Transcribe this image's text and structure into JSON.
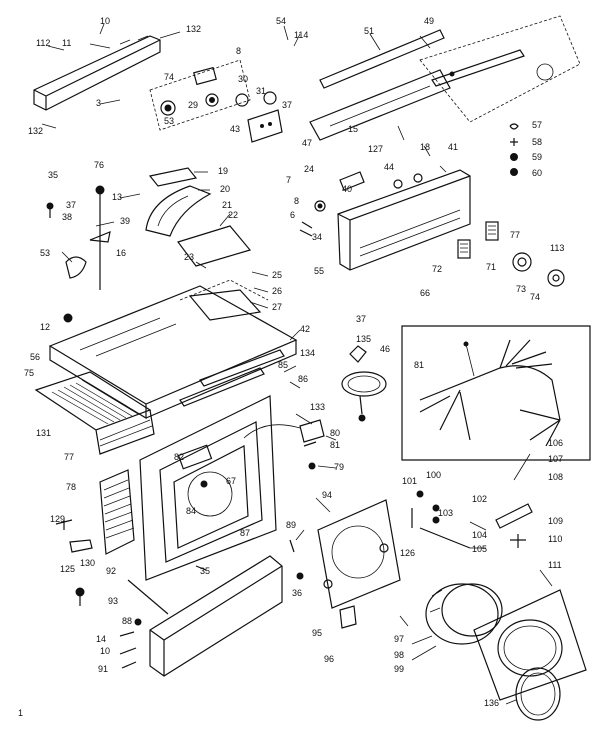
{
  "labels": [
    {
      "t": "10"
    },
    {
      "t": "112"
    },
    {
      "t": "11"
    },
    {
      "t": "132"
    },
    {
      "t": "3"
    },
    {
      "t": "132"
    },
    {
      "t": "8"
    },
    {
      "t": "74"
    },
    {
      "t": "29"
    },
    {
      "t": "53"
    },
    {
      "t": "30"
    },
    {
      "t": "31"
    },
    {
      "t": "37"
    },
    {
      "t": "47"
    },
    {
      "t": "43"
    },
    {
      "t": "54"
    },
    {
      "t": "114"
    },
    {
      "t": "51"
    },
    {
      "t": "49"
    },
    {
      "t": "15"
    },
    {
      "t": "127"
    },
    {
      "t": "18"
    },
    {
      "t": "41"
    },
    {
      "t": "57"
    },
    {
      "t": "58"
    },
    {
      "t": "59"
    },
    {
      "t": "60"
    },
    {
      "t": "35"
    },
    {
      "t": "76"
    },
    {
      "t": "13"
    },
    {
      "t": "19"
    },
    {
      "t": "20"
    },
    {
      "t": "37"
    },
    {
      "t": "38"
    },
    {
      "t": "39"
    },
    {
      "t": "21"
    },
    {
      "t": "22"
    },
    {
      "t": "53"
    },
    {
      "t": "16"
    },
    {
      "t": "23"
    },
    {
      "t": "25"
    },
    {
      "t": "26"
    },
    {
      "t": "27"
    },
    {
      "t": "24"
    },
    {
      "t": "7"
    },
    {
      "t": "40"
    },
    {
      "t": "44"
    },
    {
      "t": "8"
    },
    {
      "t": "6"
    },
    {
      "t": "34"
    },
    {
      "t": "55"
    },
    {
      "t": "77"
    },
    {
      "t": "113"
    },
    {
      "t": "71"
    },
    {
      "t": "72"
    },
    {
      "t": "73"
    },
    {
      "t": "74"
    },
    {
      "t": "66"
    },
    {
      "t": "37"
    },
    {
      "t": "12"
    },
    {
      "t": "42"
    },
    {
      "t": "135"
    },
    {
      "t": "46"
    },
    {
      "t": "134"
    },
    {
      "t": "56"
    },
    {
      "t": "85"
    },
    {
      "t": "75"
    },
    {
      "t": "86"
    },
    {
      "t": "81"
    },
    {
      "t": "131"
    },
    {
      "t": "133"
    },
    {
      "t": "80"
    },
    {
      "t": "81"
    },
    {
      "t": "77"
    },
    {
      "t": "79"
    },
    {
      "t": "82"
    },
    {
      "t": "67"
    },
    {
      "t": "78"
    },
    {
      "t": "84"
    },
    {
      "t": "94"
    },
    {
      "t": "101"
    },
    {
      "t": "100"
    },
    {
      "t": "102"
    },
    {
      "t": "103"
    },
    {
      "t": "106"
    },
    {
      "t": "107"
    },
    {
      "t": "108"
    },
    {
      "t": "129"
    },
    {
      "t": "87"
    },
    {
      "t": "89"
    },
    {
      "t": "126"
    },
    {
      "t": "104"
    },
    {
      "t": "105"
    },
    {
      "t": "109"
    },
    {
      "t": "110"
    },
    {
      "t": "130"
    },
    {
      "t": "92"
    },
    {
      "t": "35"
    },
    {
      "t": "125"
    },
    {
      "t": "36"
    },
    {
      "t": "111"
    },
    {
      "t": "93"
    },
    {
      "t": "88"
    },
    {
      "t": "14"
    },
    {
      "t": "10"
    },
    {
      "t": "91"
    },
    {
      "t": "95"
    },
    {
      "t": "96"
    },
    {
      "t": "97"
    },
    {
      "t": "98"
    },
    {
      "t": "99"
    },
    {
      "t": "136"
    },
    {
      "t": "1"
    }
  ]
}
